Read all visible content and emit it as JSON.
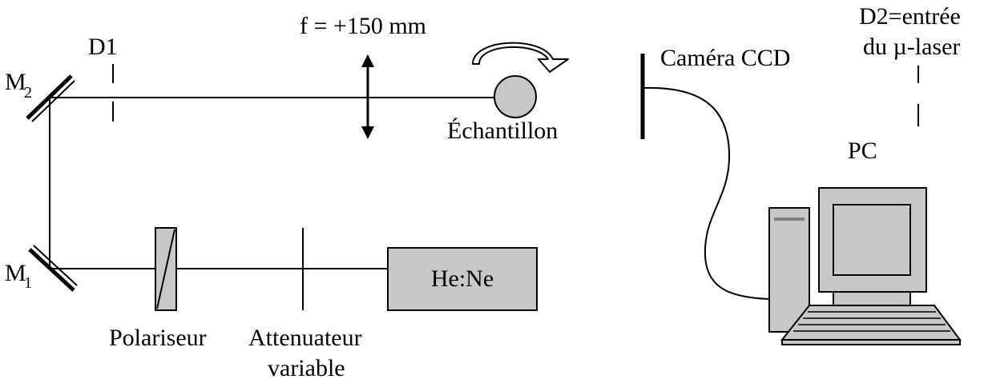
{
  "diagram": {
    "labels": {
      "lens_focal": "f = +150 mm",
      "d1": "D1",
      "camera": "Caméra CCD",
      "d2_line1": "D2=entrée",
      "d2_line2": "du µ-laser",
      "sample": "Échantillon",
      "pc": "PC",
      "m2_letter": "M",
      "m2_sub": "2",
      "m1_letter": "M",
      "m1_sub": "1",
      "laser": "He:Ne",
      "polarizer": "Polariseur",
      "attenuator_line1": "Attenuateur",
      "attenuator_line2": "variable"
    },
    "colors": {
      "line": "#000000",
      "component_fill": "#c8c8c8",
      "background": "#ffffff"
    }
  }
}
